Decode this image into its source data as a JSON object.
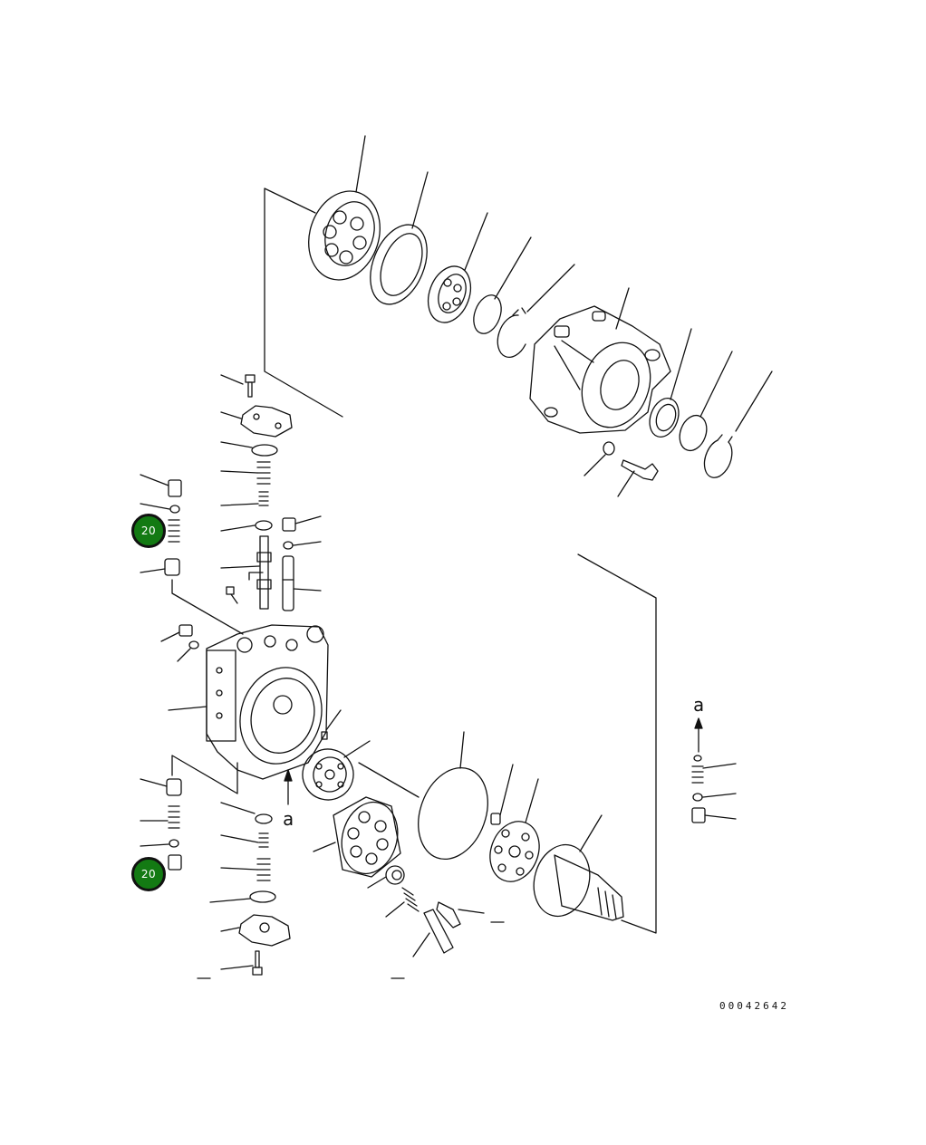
{
  "callouts": [
    {
      "label": "20"
    },
    {
      "label": "20"
    }
  ],
  "view_markers": [
    "a",
    "a"
  ],
  "document_number": "00042642",
  "colors": {
    "line": "#111111",
    "badge_fill": "#137a13",
    "badge_text": "#ffffff",
    "background": "#ffffff"
  }
}
